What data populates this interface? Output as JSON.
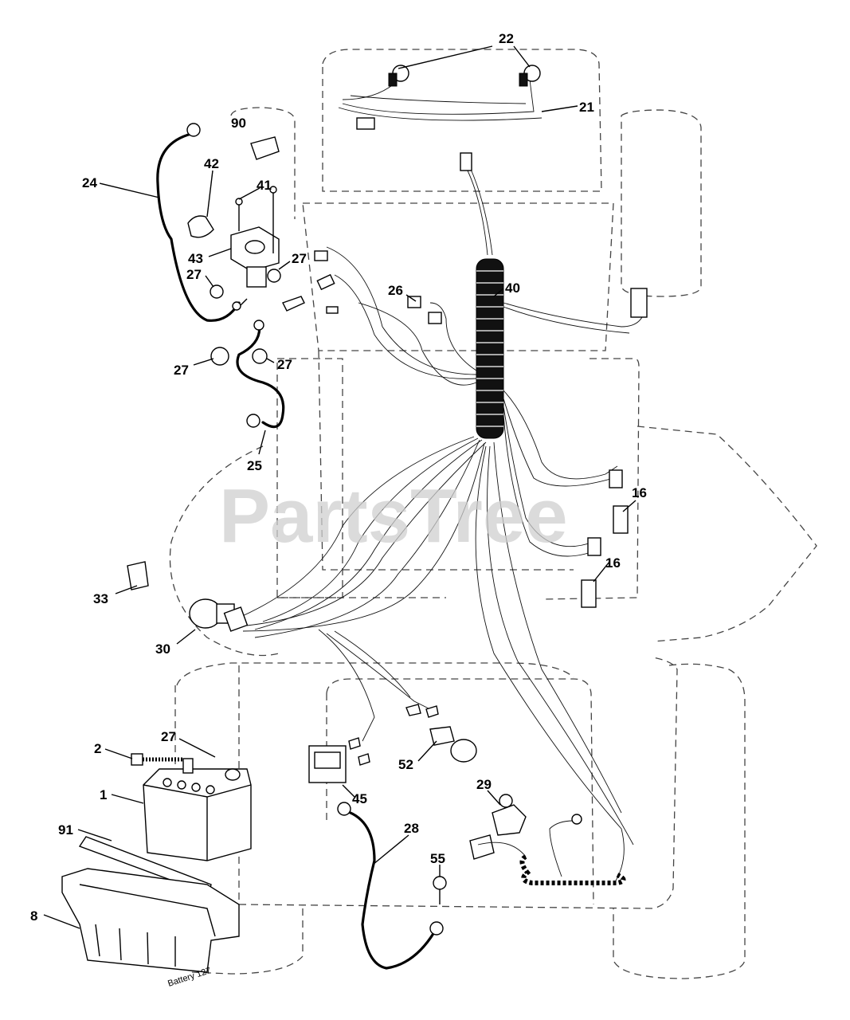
{
  "watermark": "PartsTree",
  "caption": "Battery 127",
  "callouts": {
    "c22": "22",
    "c21": "21",
    "c90": "90",
    "c42": "42",
    "c41": "41",
    "c24": "24",
    "c43": "43",
    "c27a": "27",
    "c27b": "27",
    "c27c": "27",
    "c27d": "27",
    "c40": "40",
    "c26": "26",
    "c25": "25",
    "c16a": "16",
    "c16b": "16",
    "c33": "33",
    "c30": "30",
    "c27e": "27",
    "c2": "2",
    "c1": "1",
    "c91": "91",
    "c8": "8",
    "c52": "52",
    "c45": "45",
    "c28": "28",
    "c29": "29",
    "c55": "55"
  }
}
